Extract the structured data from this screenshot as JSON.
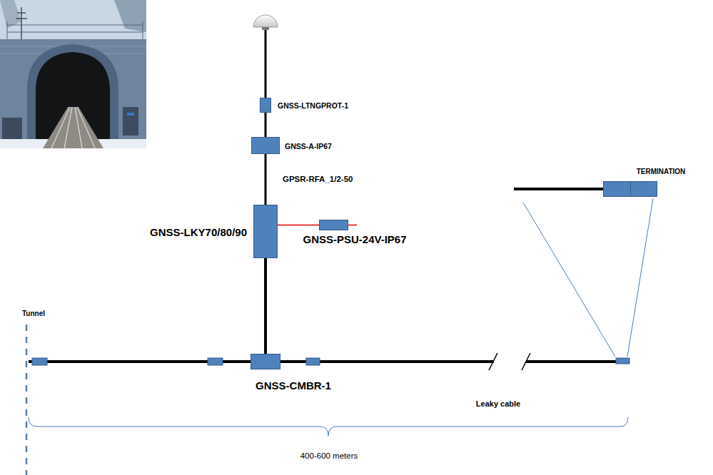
{
  "diagram": {
    "nodes": [
      {
        "text": [
          "GNSS-LTNGPROT-1"
        ]
      },
      {
        "text": [
          "GNSS-A-IP67"
        ]
      },
      {
        "text": [
          "GNSS-LKY70/80/90"
        ]
      },
      {
        "text": [
          "GNSS-PSU-24V-IP67"
        ]
      },
      {
        "text": [
          "GNSS-CMBR-1"
        ]
      },
      {
        "text": [
          "TERMINATION"
        ]
      }
    ],
    "edges": [
      {
        "from": 0,
        "to": 1,
        "arrow": "none"
      },
      {
        "from": 1,
        "to": 2,
        "arrow": "none",
        "label": "GPSR-RFA_1/2-50"
      },
      {
        "from": 2,
        "to": 4,
        "arrow": "none"
      },
      {
        "from": 2,
        "to": 3,
        "arrow": "none"
      }
    ],
    "labels": [
      "Tunnel",
      "Leaky cable",
      "400-600 meters"
    ]
  }
}
